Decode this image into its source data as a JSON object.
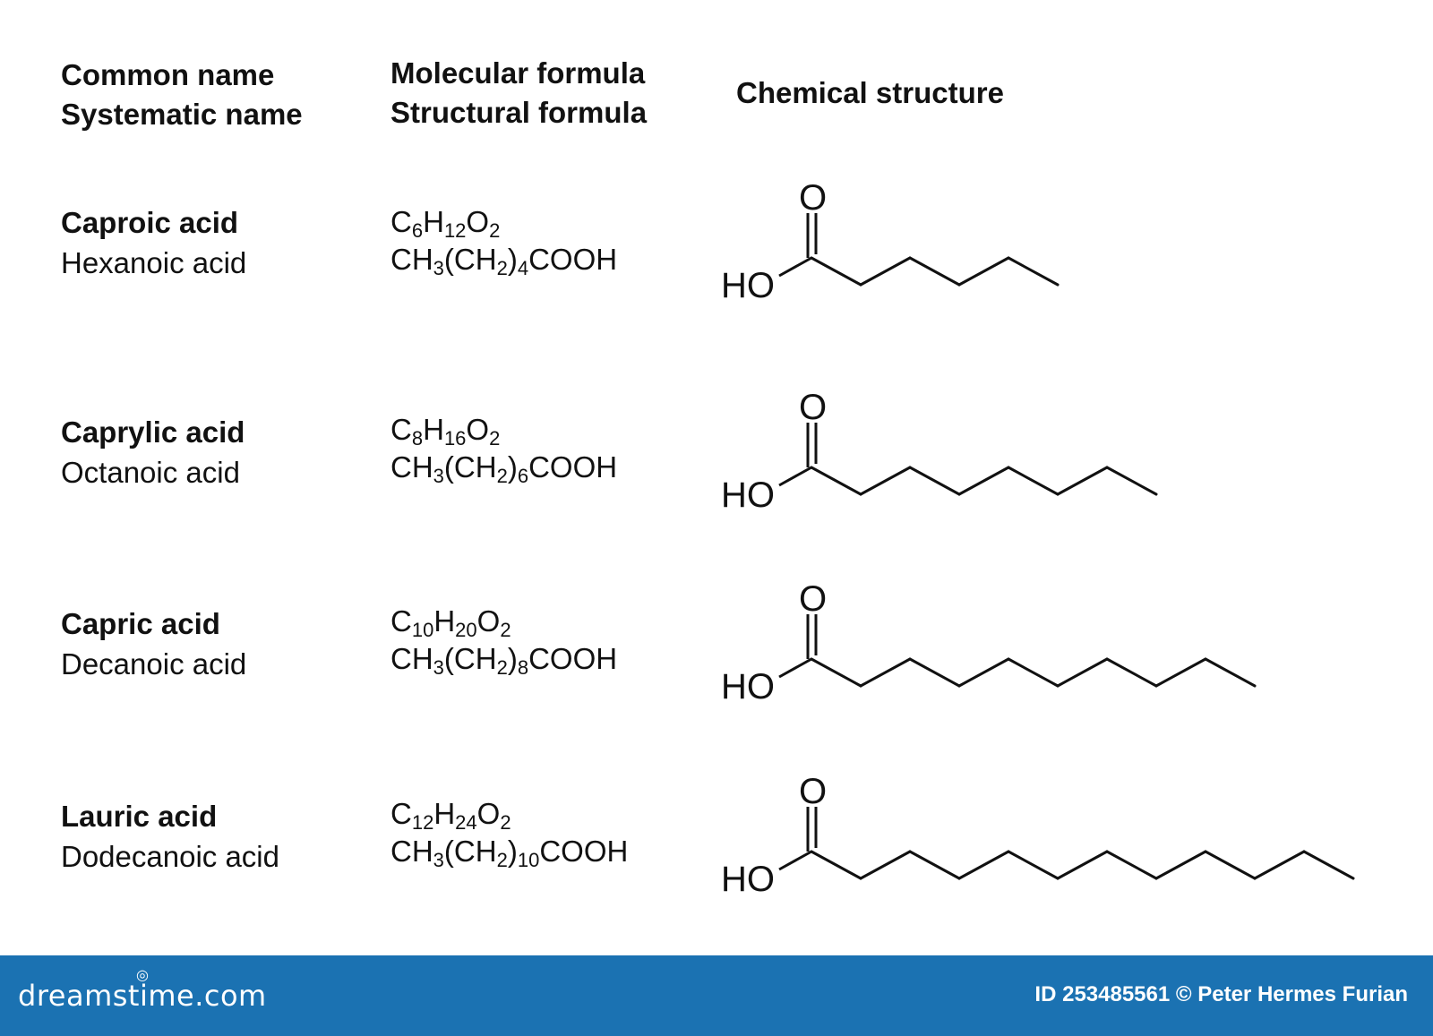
{
  "headers": {
    "name_line1": "Common name",
    "name_line2": "Systematic name",
    "formula_line1": "Molecular formula",
    "formula_line2": "Structural formula",
    "structure": "Chemical structure"
  },
  "acids": [
    {
      "common": "Caproic acid",
      "systematic": "Hexanoic acid",
      "molecular": {
        "c": "6",
        "h": "12",
        "o": "2"
      },
      "structural": {
        "n": "4"
      },
      "carbon_count": 6
    },
    {
      "common": "Caprylic acid",
      "systematic": "Octanoic acid",
      "molecular": {
        "c": "8",
        "h": "16",
        "o": "2"
      },
      "structural": {
        "n": "6"
      },
      "carbon_count": 8
    },
    {
      "common": "Capric acid",
      "systematic": "Decanoic acid",
      "molecular": {
        "c": "10",
        "h": "20",
        "o": "2"
      },
      "structural": {
        "n": "8"
      },
      "carbon_count": 10
    },
    {
      "common": "Lauric acid",
      "systematic": "Dodecanoic acid",
      "molecular": {
        "c": "12",
        "h": "24",
        "o": "2"
      },
      "structural": {
        "n": "10"
      },
      "carbon_count": 12
    }
  ],
  "structure_labels": {
    "oxygen": "O",
    "hydroxyl": "HO"
  },
  "footer": {
    "brand": "dreamstime.com",
    "credit": "ID 253485561 © Peter Hermes Furian"
  },
  "colors": {
    "footer_bg": "#1b72b2",
    "text": "#111111"
  }
}
